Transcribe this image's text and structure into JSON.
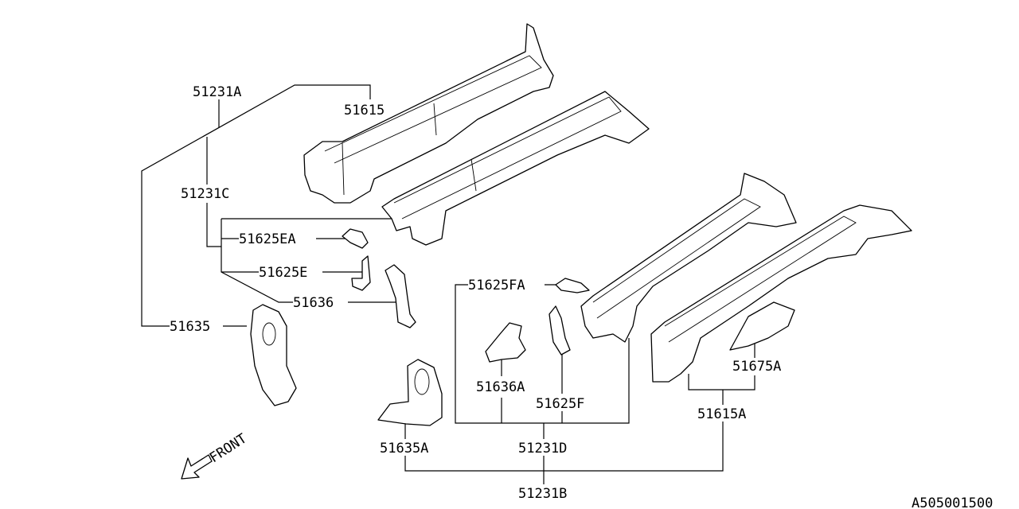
{
  "labels": {
    "p51231A": "51231A",
    "p51615": "51615",
    "p51231C": "51231C",
    "p51625EA": "51625EA",
    "p51625E": "51625E",
    "p51636": "51636",
    "p51635": "51635",
    "p51625FA": "51625FA",
    "p51636A": "51636A",
    "p51625F": "51625F",
    "p51675A": "51675A",
    "p51615A": "51615A",
    "p51635A": "51635A",
    "p51231D": "51231D",
    "p51231B": "51231B"
  },
  "front_label": "FRONT",
  "diagram_id": "A505001500"
}
